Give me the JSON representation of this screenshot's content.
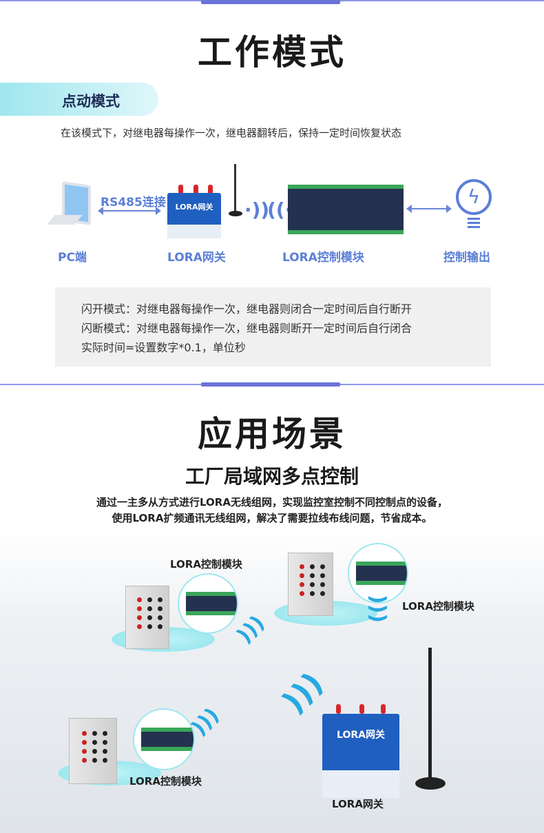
{
  "section1": {
    "title": "工作模式",
    "mode_tab": "点动模式",
    "description": "在该模式下，对继电器每操作一次，继电器翻转后，保持一定时间恢复状态",
    "diagram": {
      "link_label": "RS485连接",
      "pc_label": "PC端",
      "gateway_label": "LORA网关",
      "module_label": "LORA控制模块",
      "output_label": "控制输出",
      "gateway_device_text": "LORA网关"
    },
    "notes": [
      "闪开模式：对继电器每操作一次，继电器则闭合一定时间后自行断开",
      "闪断模式：对继电器每操作一次，继电器则断开一定时间后自行闭合",
      "实际时间=设置数字*0.1，单位秒"
    ]
  },
  "section2": {
    "title": "应用场景",
    "subtitle": "工厂局域网多点控制",
    "description": [
      "通过一主多从方式进行LORA无线组网，实现监控室控制不同控制点的设备，",
      "使用LORA扩频通讯无线组网，解决了需要拉线布线问题，节省成本。"
    ],
    "labels": {
      "module_1": "LORA控制模块",
      "module_2": "LORA控制模块",
      "module_3": "LORA控制模块",
      "gateway": "LORA网关"
    },
    "gateway_device_text": "LORA网关"
  },
  "colors": {
    "accent": "#6b72d8",
    "label_blue": "#5b7fd6",
    "pill": "#9fe6ef",
    "wifi": "#27a9e1"
  }
}
